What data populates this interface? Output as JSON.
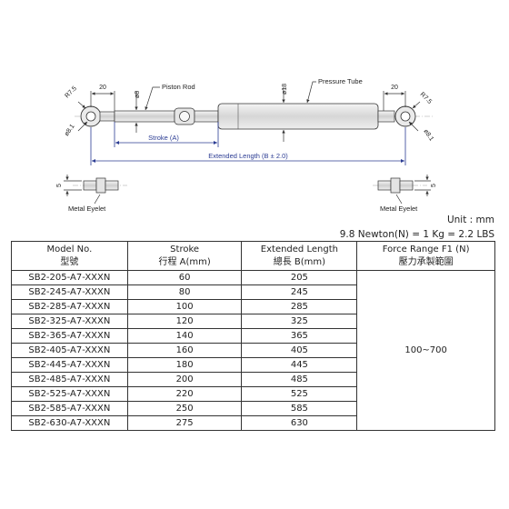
{
  "diagram": {
    "labels": {
      "piston_rod": "Piston Rod",
      "pressure_tube": "Pressure Tube",
      "stroke": "Stroke (A)",
      "extended_length": "Extended Length (B ± 2.0)",
      "left_eyelet": "Metal Eyelet",
      "right_eyelet": "Metal Eyelet",
      "dim_20_left": "20",
      "dim_20_right": "20",
      "r75_left": "R7.5",
      "r75_right": "R7.5",
      "d81_left": "ø8.1",
      "d81_right": "ø8.1",
      "d8": "ø8",
      "d18": "ø18",
      "dim_5_left": "5",
      "dim_5_right": "5"
    },
    "colors": {
      "blue_dimension": "#2b3c93",
      "body_fill": "#e2e2e2"
    }
  },
  "unit_text": "Unit : mm",
  "conversion_text": "9.8 Newton(N) = 1 Kg = 2.2 LBS",
  "table": {
    "headers": {
      "model": "Model No.",
      "model_sub": "型號",
      "stroke": "Stroke",
      "stroke_sub": "行程 A(mm)",
      "ext": "Extended Length",
      "ext_sub": "總長 B(mm)",
      "force": "Force Range F1 (N)",
      "force_sub": "壓力承製範圍"
    },
    "force_range": "100~700",
    "rows": [
      {
        "model": "SB2-205-A7-XXXN",
        "stroke": "60",
        "length": "205"
      },
      {
        "model": "SB2-245-A7-XXXN",
        "stroke": "80",
        "length": "245"
      },
      {
        "model": "SB2-285-A7-XXXN",
        "stroke": "100",
        "length": "285"
      },
      {
        "model": "SB2-325-A7-XXXN",
        "stroke": "120",
        "length": "325"
      },
      {
        "model": "SB2-365-A7-XXXN",
        "stroke": "140",
        "length": "365"
      },
      {
        "model": "SB2-405-A7-XXXN",
        "stroke": "160",
        "length": "405"
      },
      {
        "model": "SB2-445-A7-XXXN",
        "stroke": "180",
        "length": "445"
      },
      {
        "model": "SB2-485-A7-XXXN",
        "stroke": "200",
        "length": "485"
      },
      {
        "model": "SB2-525-A7-XXXN",
        "stroke": "220",
        "length": "525"
      },
      {
        "model": "SB2-585-A7-XXXN",
        "stroke": "250",
        "length": "585"
      },
      {
        "model": "SB2-630-A7-XXXN",
        "stroke": "275",
        "length": "630"
      }
    ]
  }
}
